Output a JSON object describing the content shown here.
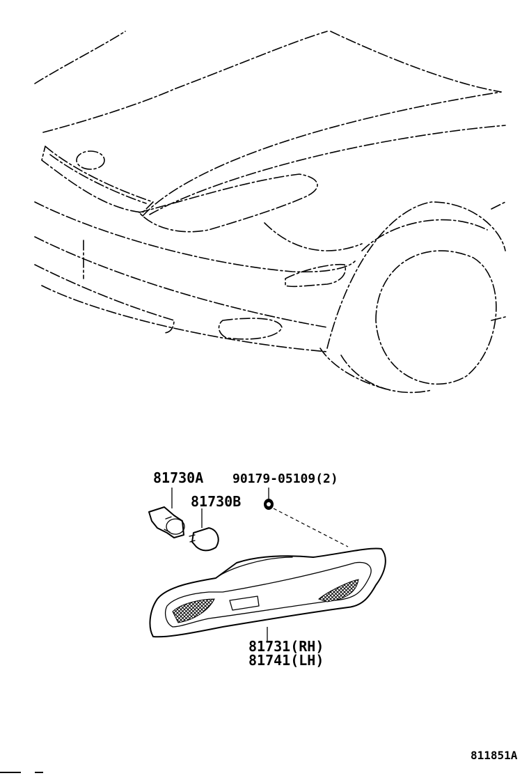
{
  "diagram": {
    "labels": {
      "socket": "81730A",
      "bulb": "81730B",
      "screw": "90179-05109(2)",
      "lamp_rh": "81731(RH)",
      "lamp_lh": "81741(LH)"
    },
    "figure_code": "811851A"
  }
}
